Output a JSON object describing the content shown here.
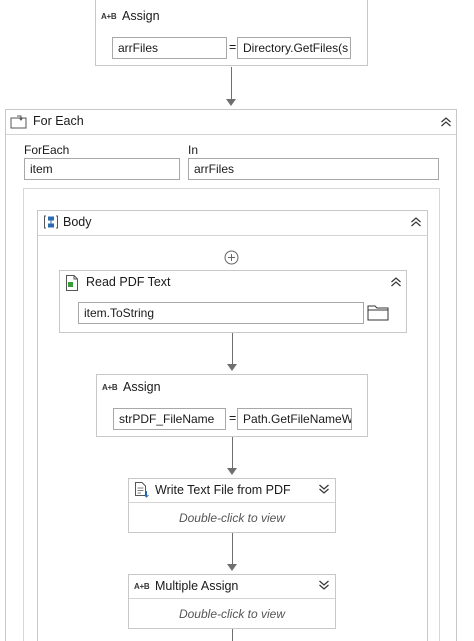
{
  "assign_top": {
    "icon_text": "A+B",
    "title": "Assign",
    "to": "arrFiles",
    "eq": "=",
    "value": "Directory.GetFiles(s"
  },
  "foreach": {
    "title": "For Each",
    "foreach_label": "ForEach",
    "foreach_value": "item",
    "in_label": "In",
    "in_value": "arrFiles"
  },
  "body": {
    "title": "Body"
  },
  "read_pdf": {
    "title": "Read PDF Text",
    "file_value": "item.ToString"
  },
  "assign_inner": {
    "icon_text": "A+B",
    "title": "Assign",
    "to": "strPDF_FileName",
    "eq": "=",
    "value": "Path.GetFileNameW"
  },
  "write_text": {
    "title": "Write Text File from PDF",
    "hint": "Double-click to view"
  },
  "multi_assign": {
    "icon_text": "A+B",
    "title": "Multiple Assign",
    "hint": "Double-click to view"
  },
  "colors": {
    "border": "#c8c8c8",
    "arrow": "#6f6f6f",
    "body_icon": "#2b6cb0"
  }
}
